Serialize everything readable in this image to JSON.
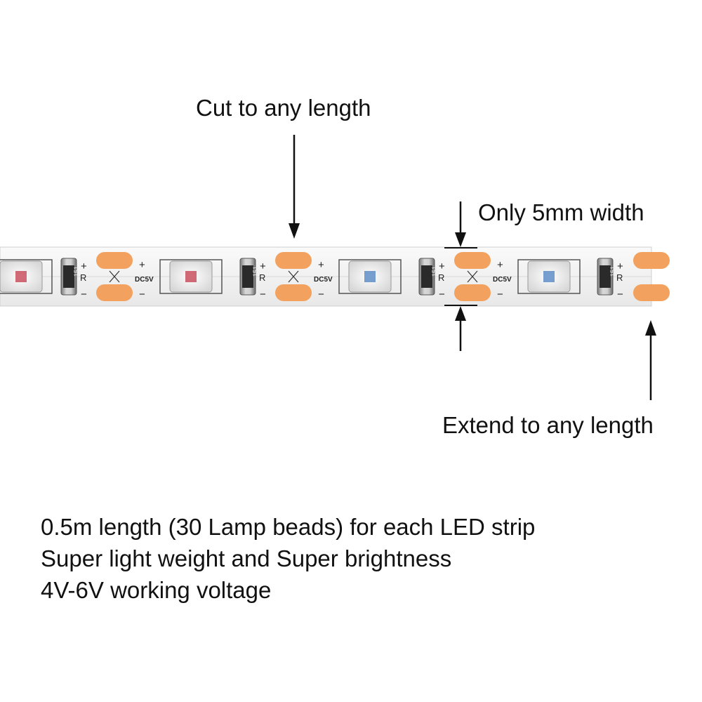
{
  "annotations": {
    "cut": "Cut to any length",
    "width": "Only 5mm width",
    "extend": "Extend to any length"
  },
  "strip": {
    "resistor_code": "151",
    "resistor_letter": "R",
    "voltage_label": "DC5V",
    "plus_sign": "+",
    "minus_sign": "−"
  },
  "specs": [
    "0.5m length (30 Lamp beads) for each LED strip",
    "Super light weight and Super brightness",
    "4V-6V working voltage"
  ],
  "colors": {
    "pad": "#f2a25e",
    "led_red": "#c03a4a",
    "led_blue": "#4a7fc0",
    "strip": "#f3f3f3",
    "text": "#111111"
  }
}
